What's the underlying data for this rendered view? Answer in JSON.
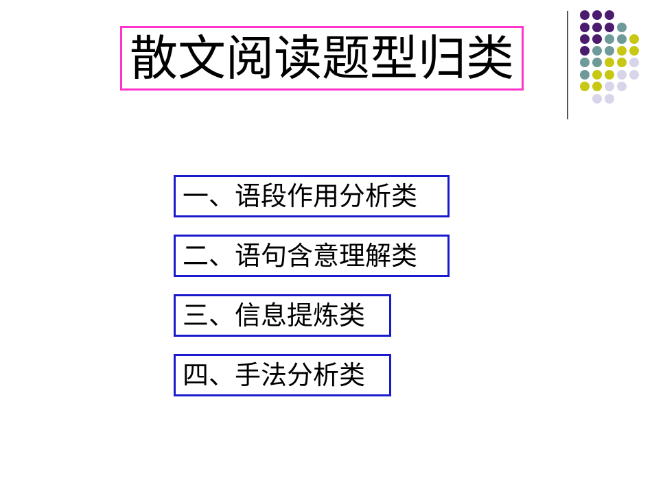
{
  "slide": {
    "title": "散文阅读题型归类",
    "items": [
      "一、语段作用分析类",
      "二、语句含意理解类",
      "三、信息提炼类",
      "四、手法分析类"
    ]
  },
  "colors": {
    "title_border": "#ff33cc",
    "item_border": "#1a1acc",
    "dot_purple": "#4b1c6e",
    "dot_teal": "#6f9a9a",
    "dot_yellow": "#c8c814",
    "dot_lavender": "#d8d4ea",
    "divider": "#555555"
  }
}
